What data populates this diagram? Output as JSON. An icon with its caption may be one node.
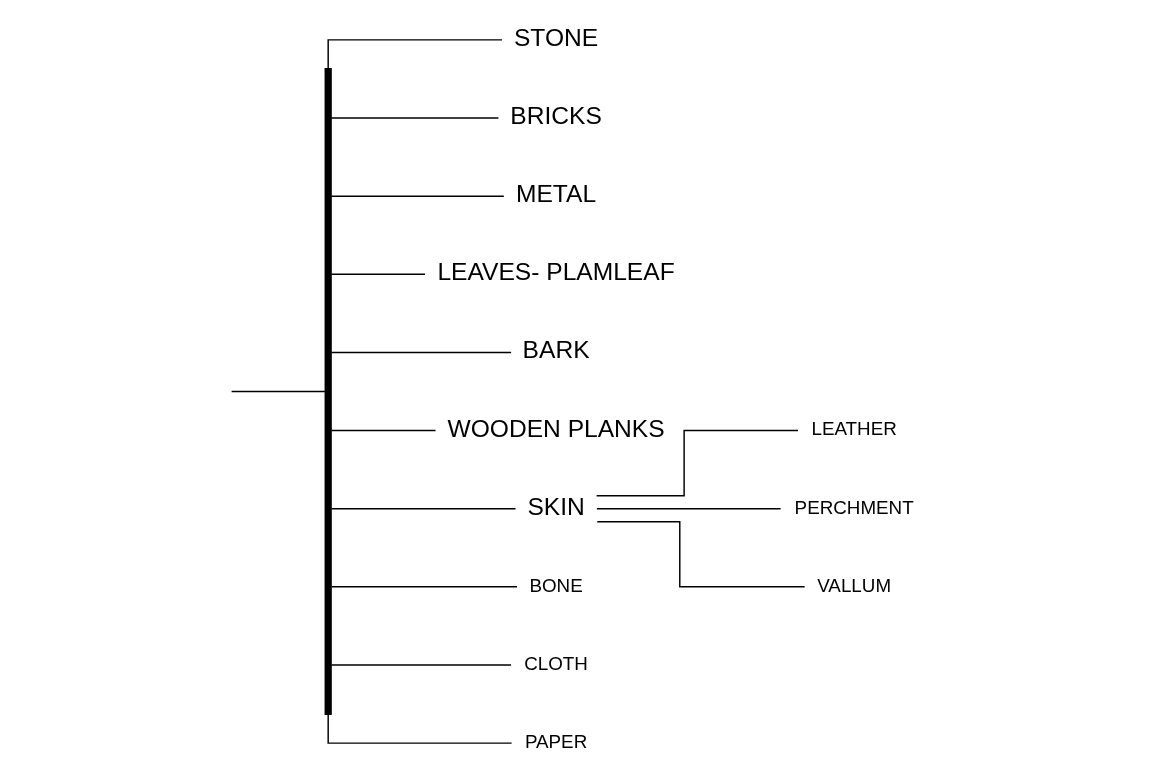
{
  "diagram": {
    "nodes": [
      {
        "text": [],
        "shape": "bar"
      },
      {
        "text": [
          "STONE"
        ]
      },
      {
        "text": [
          "BRICKS"
        ]
      },
      {
        "text": [
          "METAL"
        ]
      },
      {
        "text": [
          "LEAVES- PLAMLEAF"
        ]
      },
      {
        "text": [
          "BARK"
        ]
      },
      {
        "text": [
          "WOODEN PLANKS"
        ]
      },
      {
        "text": [
          "SKIN"
        ]
      },
      {
        "text": [
          "BONE"
        ]
      },
      {
        "text": [
          "CLOTH"
        ]
      },
      {
        "text": [
          "PAPER"
        ]
      },
      {
        "text": [
          "LEATHER"
        ]
      },
      {
        "text": [
          "PERCHMENT"
        ]
      },
      {
        "text": [
          "VALLUM"
        ]
      }
    ],
    "edges": [
      {
        "from": null,
        "to": 0,
        "arrow": "none"
      },
      {
        "from": 0,
        "to": 1,
        "arrow": "none"
      },
      {
        "from": 0,
        "to": 2,
        "arrow": "none"
      },
      {
        "from": 0,
        "to": 3,
        "arrow": "none"
      },
      {
        "from": 0,
        "to": 4,
        "arrow": "none"
      },
      {
        "from": 0,
        "to": 5,
        "arrow": "none"
      },
      {
        "from": 0,
        "to": 6,
        "arrow": "none"
      },
      {
        "from": 0,
        "to": 7,
        "arrow": "none"
      },
      {
        "from": 0,
        "to": 8,
        "arrow": "none"
      },
      {
        "from": 0,
        "to": 9,
        "arrow": "none"
      },
      {
        "from": 0,
        "to": 10,
        "arrow": "none"
      },
      {
        "from": 7,
        "to": 11,
        "arrow": "none"
      },
      {
        "from": 7,
        "to": 12,
        "arrow": "none"
      },
      {
        "from": 7,
        "to": 13,
        "arrow": "none"
      }
    ]
  }
}
